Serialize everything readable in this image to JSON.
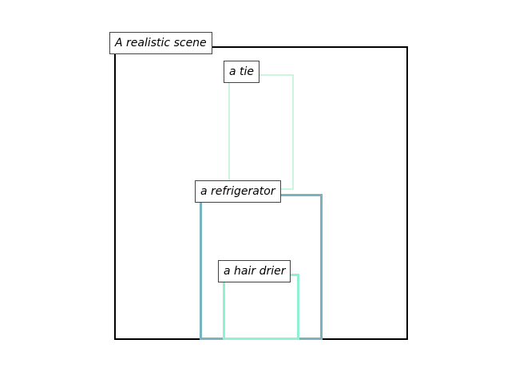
{
  "scene": {
    "label": "A realistic scene",
    "color": "#000000"
  },
  "objects": [
    {
      "id": "tie",
      "label": "a tie",
      "color": "#ccf5e0"
    },
    {
      "id": "refrigerator",
      "label": "a refrigerator",
      "color": "#7ab3bf"
    },
    {
      "id": "hair-drier",
      "label": "a hair drier",
      "color": "#8ff0d4"
    }
  ]
}
